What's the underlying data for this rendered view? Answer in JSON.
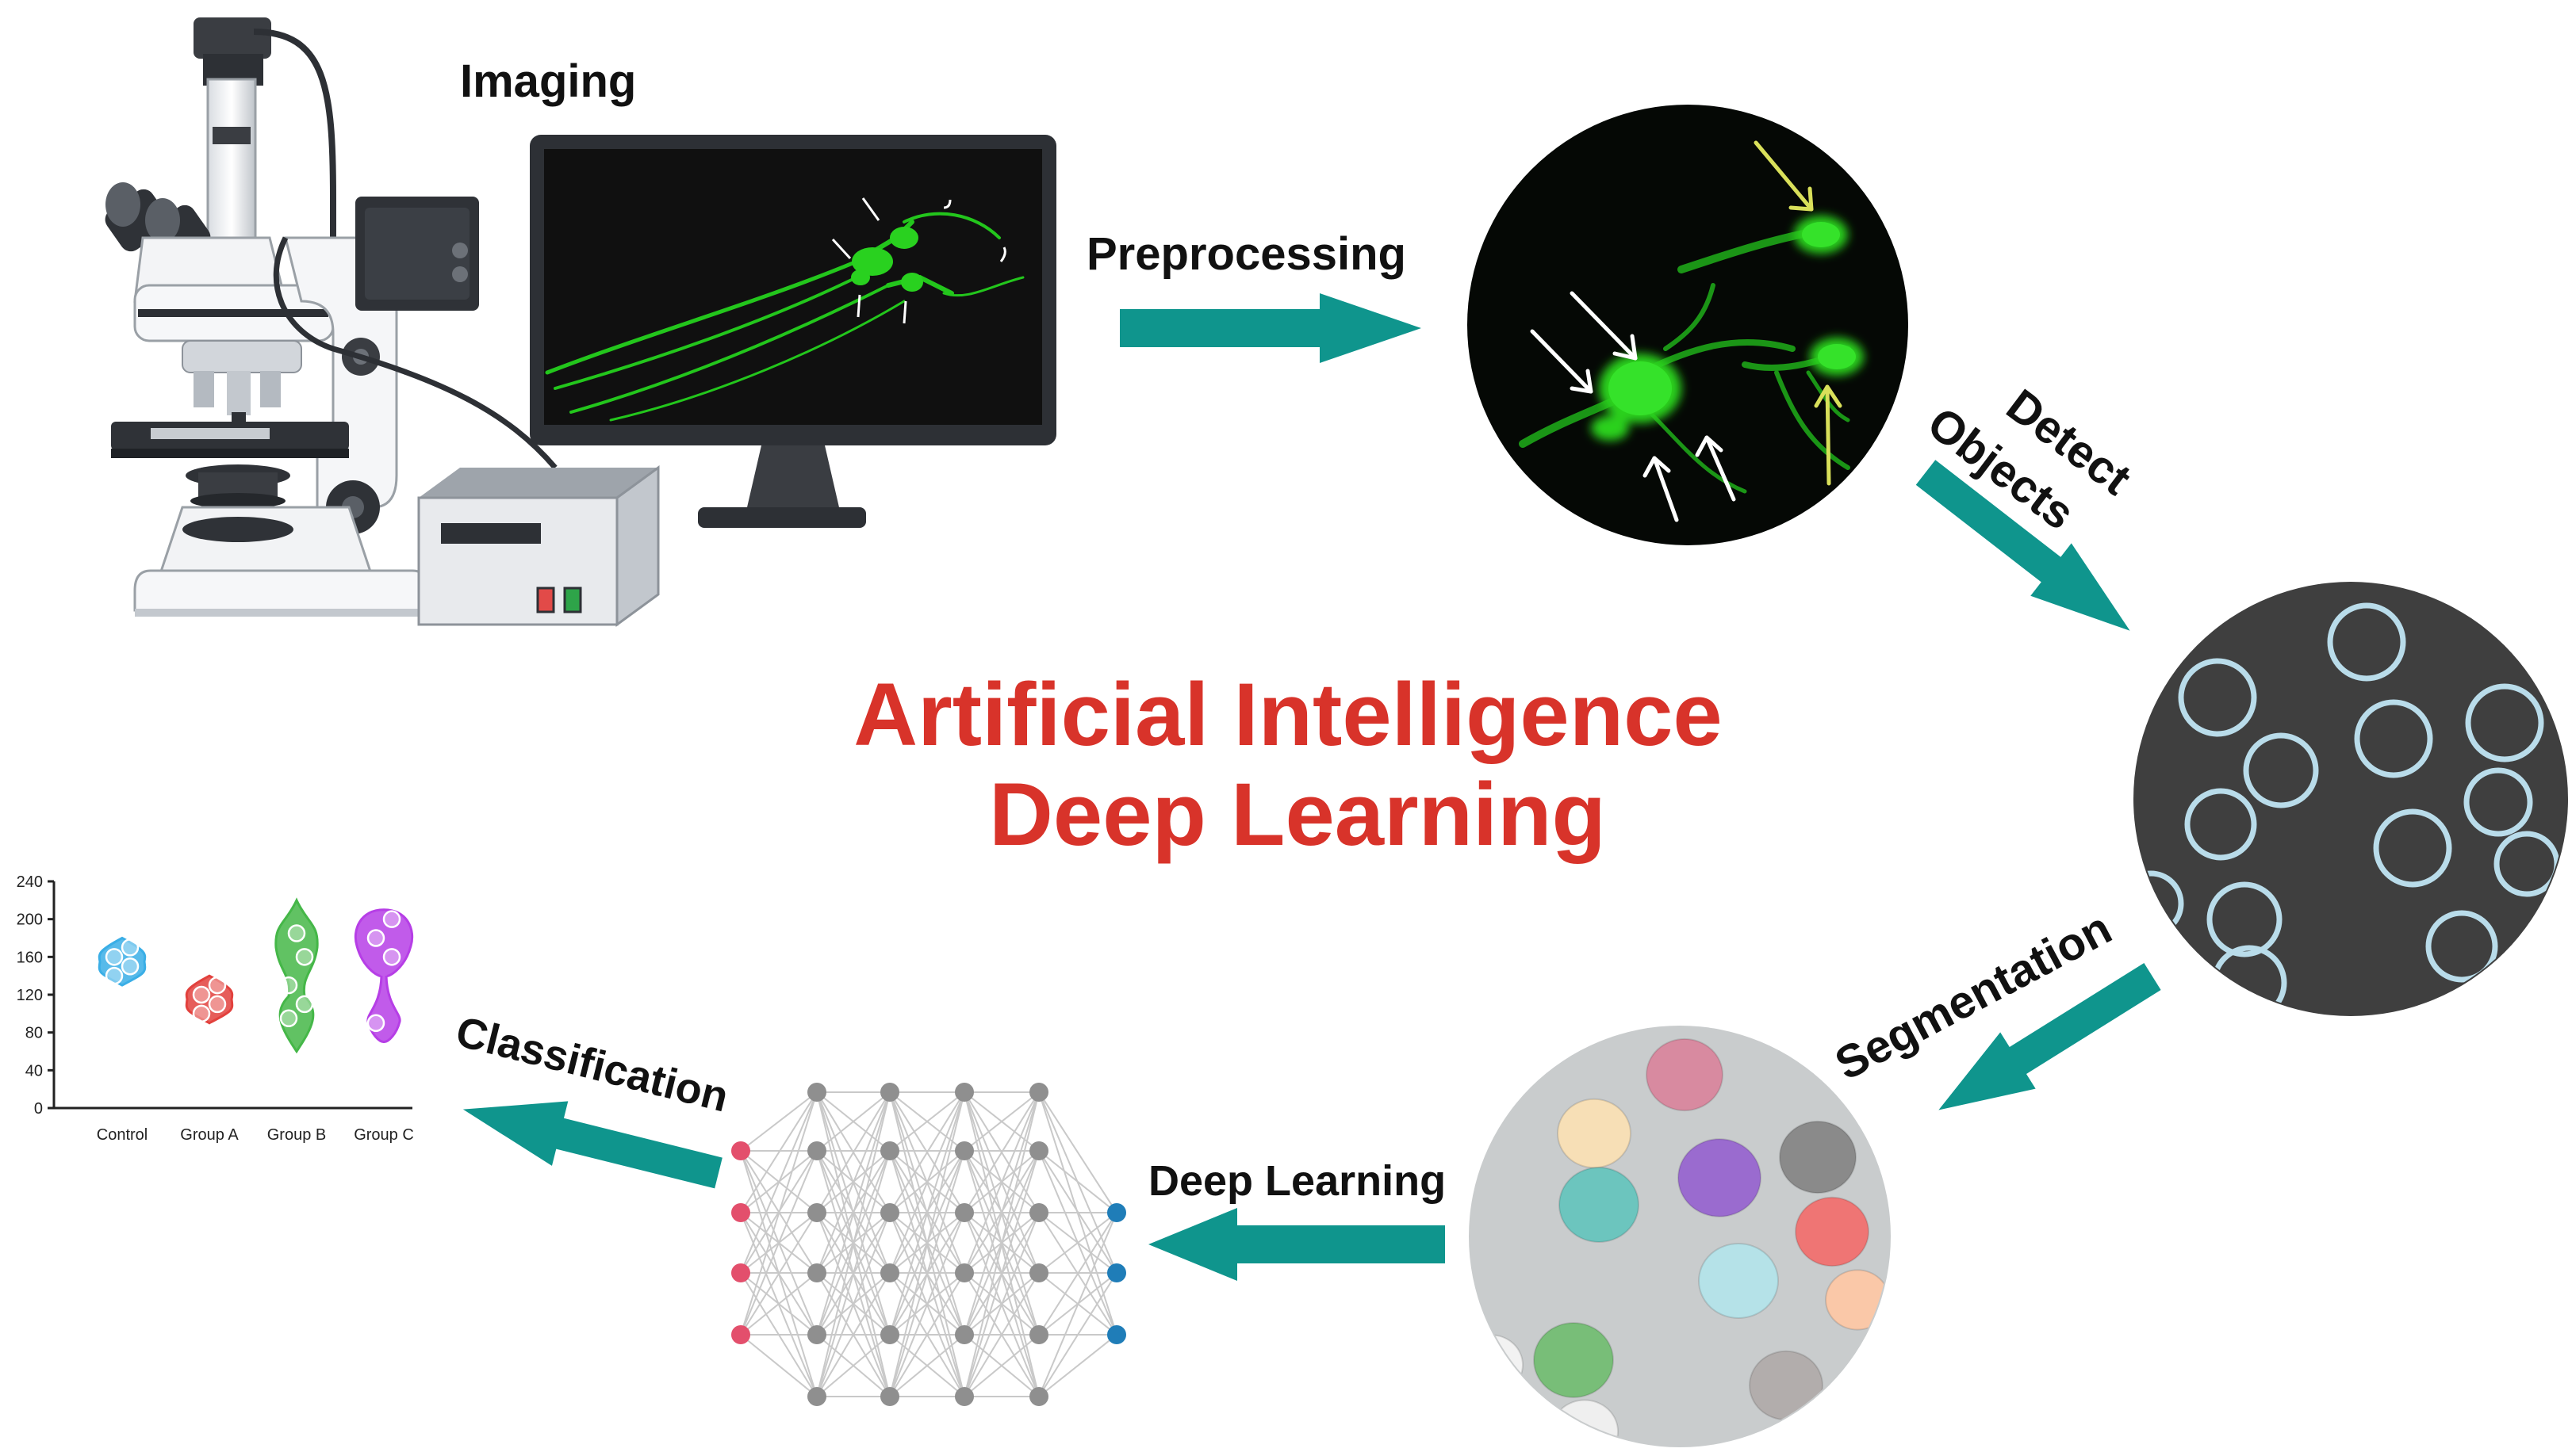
{
  "title": {
    "line1": "Artificial Intelligence",
    "line2": "Deep Learning",
    "color": "#d8332a"
  },
  "steps": {
    "imaging": "Imaging",
    "preprocessing": "Preprocessing",
    "detect_line1": "Detect",
    "detect_line2": "Objects",
    "segmentation": "Segmentation",
    "deep_learning": "Deep Learning",
    "classification": "Classification"
  },
  "colors": {
    "arrow": "#0f958d",
    "fluor_green": "#27d11f",
    "detect_bg": "#404040",
    "ring": "#b9dcea",
    "seg_bg": "#c9cccd",
    "nn_input": "#e34f6c",
    "nn_hidden": "#8f8f8f",
    "nn_output": "#1f7db8"
  },
  "chart_data": {
    "type": "violin",
    "categories": [
      "Control",
      "Group A",
      "Group B",
      "Group C"
    ],
    "y_ticks": [
      0,
      40,
      80,
      120,
      160,
      200,
      240
    ],
    "ylim": [
      0,
      240
    ],
    "series": [
      {
        "points": [
          140,
          150,
          160,
          170
        ],
        "min": 130,
        "max": 180,
        "color": "#3aaee6"
      },
      {
        "points": [
          100,
          110,
          120,
          130
        ],
        "min": 90,
        "max": 140,
        "color": "#e2413d"
      },
      {
        "points": [
          95,
          110,
          130,
          160,
          185
        ],
        "min": 60,
        "max": 220,
        "color": "#45b748"
      },
      {
        "points": [
          90,
          160,
          180,
          200
        ],
        "min": 70,
        "max": 210,
        "color": "#b63ee6"
      }
    ]
  }
}
